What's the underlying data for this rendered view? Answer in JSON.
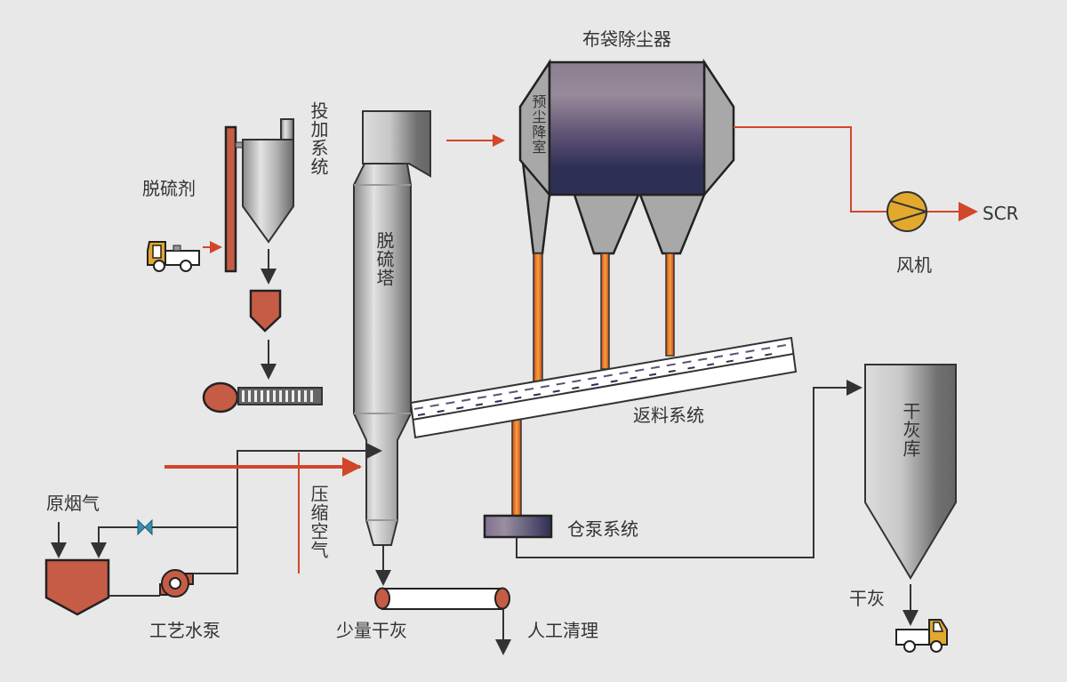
{
  "labels": {
    "baghouse": "布袋除尘器",
    "pre_dust_chamber": "预尘降室",
    "tower": "脱硫塔",
    "dosing_system": "投加系统",
    "desulfurizer": "脱硫剂",
    "fan": "风机",
    "scr": "SCR",
    "return_system": "返料系统",
    "silo_pump_system": "仓泵系统",
    "dry_ash_silo": "干灰库",
    "dry_ash": "干灰",
    "raw_flue_gas": "原烟气",
    "process_water_pump": "工艺水泵",
    "compressed_air": "压缩空气",
    "small_dry_ash": "少量干灰",
    "manual_cleanup": "人工清理"
  },
  "colors": {
    "background": "#e8e8e8",
    "flue_gas_line": "#d2462b",
    "equipment_red": "#c65c45",
    "pipe_orange": "#f08a24",
    "fan_yellow": "#e3a92e",
    "baghouse_top": "#958897",
    "baghouse_bottom": "#2e2f55",
    "valve_teal": "#3a8fb0"
  }
}
